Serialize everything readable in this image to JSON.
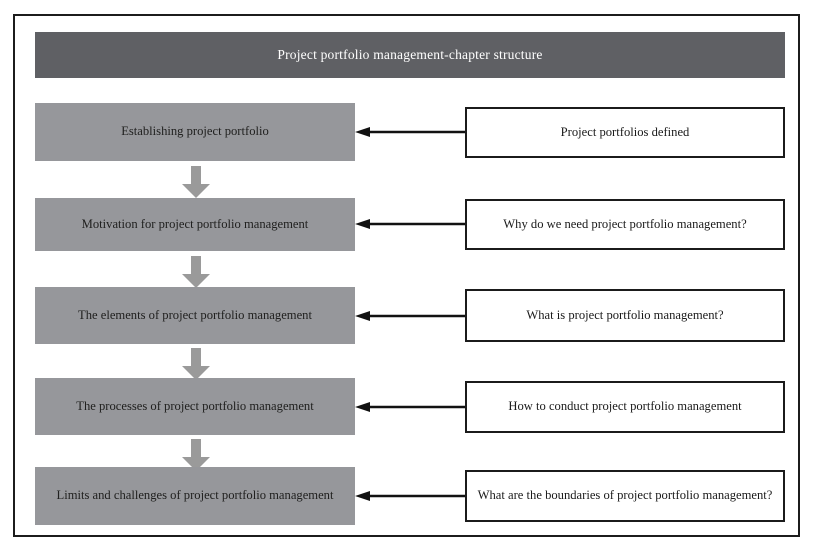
{
  "diagram": {
    "title": "Project portfolio management-chapter structure",
    "colors": {
      "frame_border": "#1c1c1c",
      "title_background": "#5f6064",
      "title_text": "#ffffff",
      "stage_background": "#96979b",
      "stage_text": "#20201f",
      "question_background": "#ffffff",
      "question_border": "#1b1b1b",
      "arrow_fill": "#9a9a9a",
      "link_arrow": "#111111"
    },
    "stages": [
      {
        "label": "Establishing project portfolio"
      },
      {
        "label": "Motivation for project portfolio management"
      },
      {
        "label": "The elements of project portfolio management"
      },
      {
        "label": "The processes of project portfolio management"
      },
      {
        "label": "Limits and challenges of project portfolio management"
      }
    ],
    "questions": [
      {
        "label": "Project portfolios defined"
      },
      {
        "label": "Why do we need project portfolio management?"
      },
      {
        "label": "What is project portfolio management?"
      },
      {
        "label": "How to conduct project portfolio management"
      },
      {
        "label": "What are the boundaries of project portfolio management?"
      }
    ],
    "flow_arrows": [
      {
        "direction": "down",
        "from": "Establishing project portfolio",
        "to": "Motivation for project portfolio management"
      },
      {
        "direction": "down",
        "from": "Motivation for project portfolio management",
        "to": "The elements of project portfolio management"
      },
      {
        "direction": "down",
        "from": "The elements of project portfolio management",
        "to": "The processes of project portfolio management"
      },
      {
        "direction": "down",
        "from": "The processes of project portfolio management",
        "to": "Limits and challenges of project portfolio management"
      }
    ],
    "link_arrows": [
      {
        "direction": "left",
        "from": "Project portfolios defined",
        "to": "Establishing project portfolio"
      },
      {
        "direction": "left",
        "from": "Why do we need project portfolio management?",
        "to": "Motivation for project portfolio management"
      },
      {
        "direction": "left",
        "from": "What is project portfolio management?",
        "to": "The elements of project portfolio management"
      },
      {
        "direction": "left",
        "from": "How to conduct project portfolio management",
        "to": "The processes of project portfolio management"
      },
      {
        "direction": "left",
        "from": "What are the boundaries of project portfolio management?",
        "to": "Limits and challenges of project portfolio management"
      }
    ]
  }
}
